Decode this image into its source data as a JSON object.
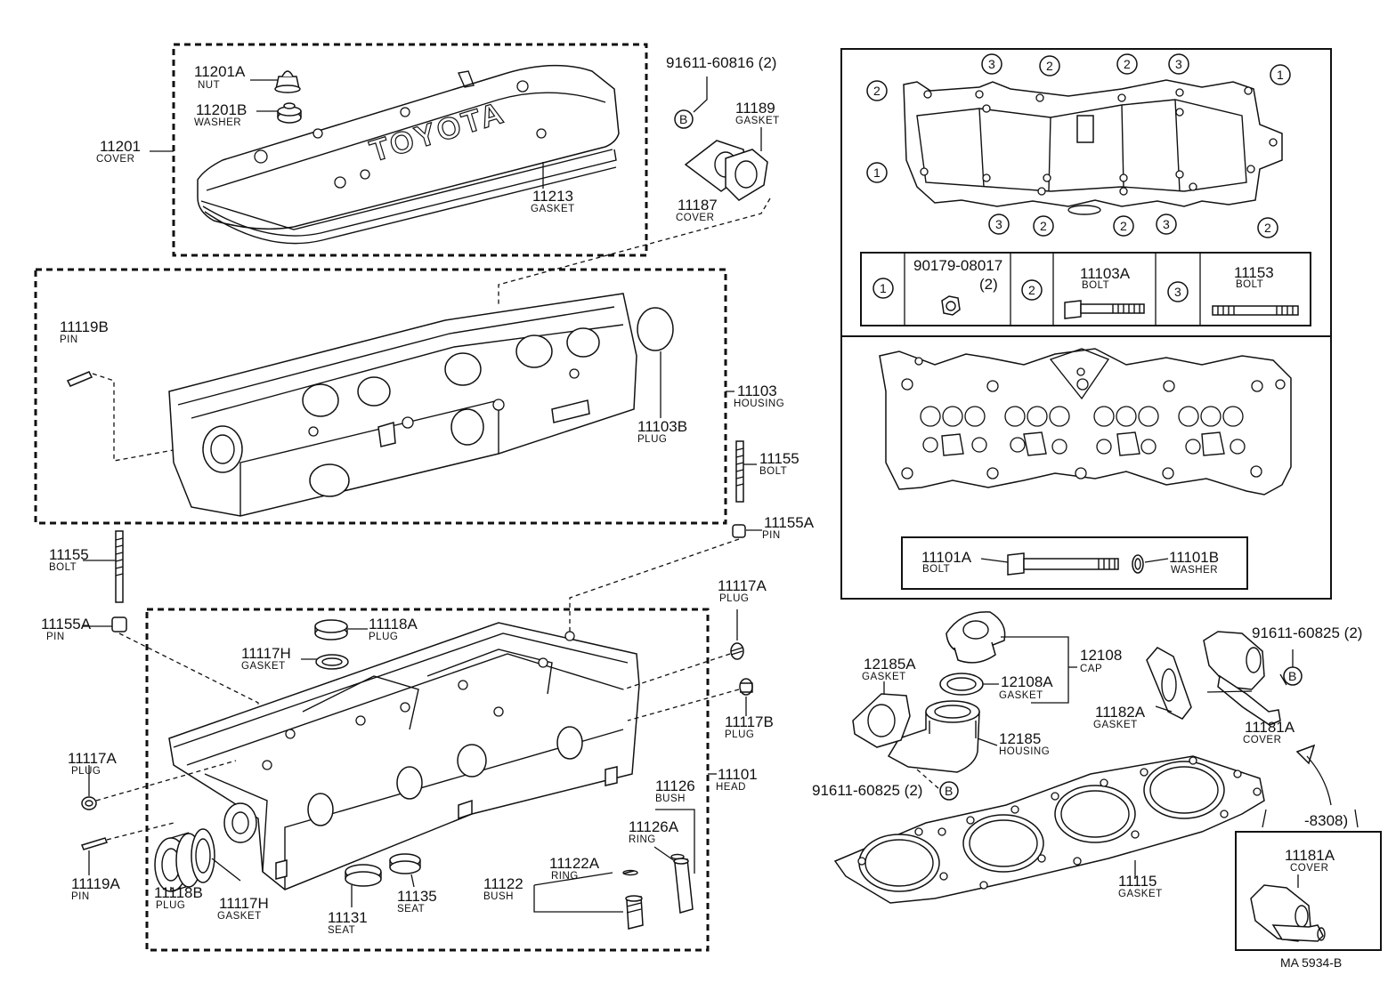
{
  "labels": {
    "cover_top": {
      "pn": "11201",
      "nm": "COVER"
    },
    "nut": {
      "pn": "11201A",
      "nm": "NUT"
    },
    "washer_top": {
      "pn": "11201B",
      "nm": "WASHER"
    },
    "gasket_cover": {
      "pn": "11213",
      "nm": "GASKET"
    },
    "bolt_b_top": {
      "pn": "91611-60816 (2)"
    },
    "gasket_11189": {
      "pn": "11189",
      "nm": "GASKET"
    },
    "cover_11187": {
      "pn": "11187",
      "nm": "COVER"
    },
    "pin_11119b": {
      "pn": "11119B",
      "nm": "PIN"
    },
    "housing_11103": {
      "pn": "11103",
      "nm": "HOUSING"
    },
    "plug_11103b": {
      "pn": "11103B",
      "nm": "PLUG"
    },
    "bolt_11155_r": {
      "pn": "11155",
      "nm": "BOLT"
    },
    "pin_11155a_r": {
      "pn": "11155A",
      "nm": "PIN"
    },
    "bolt_11155_l": {
      "pn": "11155",
      "nm": "BOLT"
    },
    "pin_11155a_l": {
      "pn": "11155A",
      "nm": "PIN"
    },
    "plug_11118a": {
      "pn": "11118A",
      "nm": "PLUG"
    },
    "gasket_11117h_t": {
      "pn": "11117H",
      "nm": "GASKET"
    },
    "plug_11117a_r": {
      "pn": "11117A",
      "nm": "PLUG"
    },
    "plug_11117b": {
      "pn": "11117B",
      "nm": "PLUG"
    },
    "head_11101": {
      "pn": "11101",
      "nm": "HEAD"
    },
    "plug_11117a_l": {
      "pn": "11117A",
      "nm": "PLUG"
    },
    "pin_11119a": {
      "pn": "11119A",
      "nm": "PIN"
    },
    "plug_11118b": {
      "pn": "11118B",
      "nm": "PLUG"
    },
    "gasket_11117h_b": {
      "pn": "11117H",
      "nm": "GASKET"
    },
    "seat_11131": {
      "pn": "11131",
      "nm": "SEAT"
    },
    "seat_11135": {
      "pn": "11135",
      "nm": "SEAT"
    },
    "bush_11126": {
      "pn": "11126",
      "nm": "BUSH"
    },
    "ring_11126a": {
      "pn": "11126A",
      "nm": "RING"
    },
    "ring_11122a": {
      "pn": "11122A",
      "nm": "RING"
    },
    "bush_11122": {
      "pn": "11122",
      "nm": "BUSH"
    },
    "bolt_90179": {
      "pn": "90179-08017",
      "qty": "(2)"
    },
    "bolt_11103a": {
      "pn": "11103A",
      "nm": "BOLT"
    },
    "bolt_11153": {
      "pn": "11153",
      "nm": "BOLT"
    },
    "bolt_11101a": {
      "pn": "11101A",
      "nm": "BOLT"
    },
    "washer_11101b": {
      "pn": "11101B",
      "nm": "WASHER"
    },
    "cap_12108": {
      "pn": "12108",
      "nm": "CAP"
    },
    "gasket_12108a": {
      "pn": "12108A",
      "nm": "GASKET"
    },
    "gasket_12185a": {
      "pn": "12185A",
      "nm": "GASKET"
    },
    "housing_12185": {
      "pn": "12185",
      "nm": "HOUSING"
    },
    "bolt_b_bottom": {
      "pn": "91611-60825 (2)"
    },
    "bolt_b_right": {
      "pn": "91611-60825 (2)"
    },
    "gasket_11182a": {
      "pn": "11182A",
      "nm": "GASKET"
    },
    "cover_11181a": {
      "pn": "11181A",
      "nm": "COVER"
    },
    "cover_11181a_inset": {
      "pn": "11181A",
      "nm": "COVER"
    },
    "date_8308": {
      "pn": "-8308)"
    },
    "gasket_11115": {
      "pn": "11115",
      "nm": "GASKET"
    },
    "ref_code": {
      "pn": "MA  5934-B"
    }
  },
  "markers": {
    "b": "B",
    "one": "1",
    "two": "2",
    "three": "3"
  },
  "cover_logo": "TOYOTA"
}
